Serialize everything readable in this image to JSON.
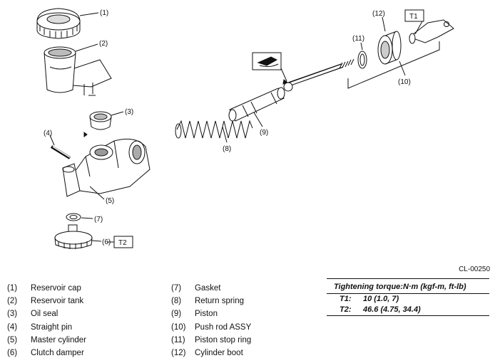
{
  "callouts": {
    "c1": "(1)",
    "c2": "(2)",
    "c3": "(3)",
    "c4": "(4)",
    "c5": "(5)",
    "c6": "(6)",
    "c7": "(7)",
    "c8": "(8)",
    "c9": "(9)",
    "c10": "(10)",
    "c11": "(11)",
    "c12": "(12)",
    "t1": "T1",
    "t2": "T2"
  },
  "figure_code": "CL-00250",
  "legend_left": [
    {
      "num": "(1)",
      "name": "Reservoir cap"
    },
    {
      "num": "(2)",
      "name": "Reservoir tank"
    },
    {
      "num": "(3)",
      "name": "Oil seal"
    },
    {
      "num": "(4)",
      "name": "Straight pin"
    },
    {
      "num": "(5)",
      "name": "Master cylinder"
    },
    {
      "num": "(6)",
      "name": "Clutch damper"
    }
  ],
  "legend_right": [
    {
      "num": "(7)",
      "name": "Gasket"
    },
    {
      "num": "(8)",
      "name": "Return spring"
    },
    {
      "num": "(9)",
      "name": "Piston"
    },
    {
      "num": "(10)",
      "name": "Push rod ASSY"
    },
    {
      "num": "(11)",
      "name": "Piston stop ring"
    },
    {
      "num": "(12)",
      "name": "Cylinder boot"
    }
  ],
  "torque": {
    "heading": "Tightening torque:N·m (kgf-m, ft-lb)",
    "rows": [
      {
        "key": "T1:",
        "value": "10 (1.0, 7)"
      },
      {
        "key": "T2:",
        "value": "46.6 (4.75, 34.4)"
      }
    ]
  }
}
